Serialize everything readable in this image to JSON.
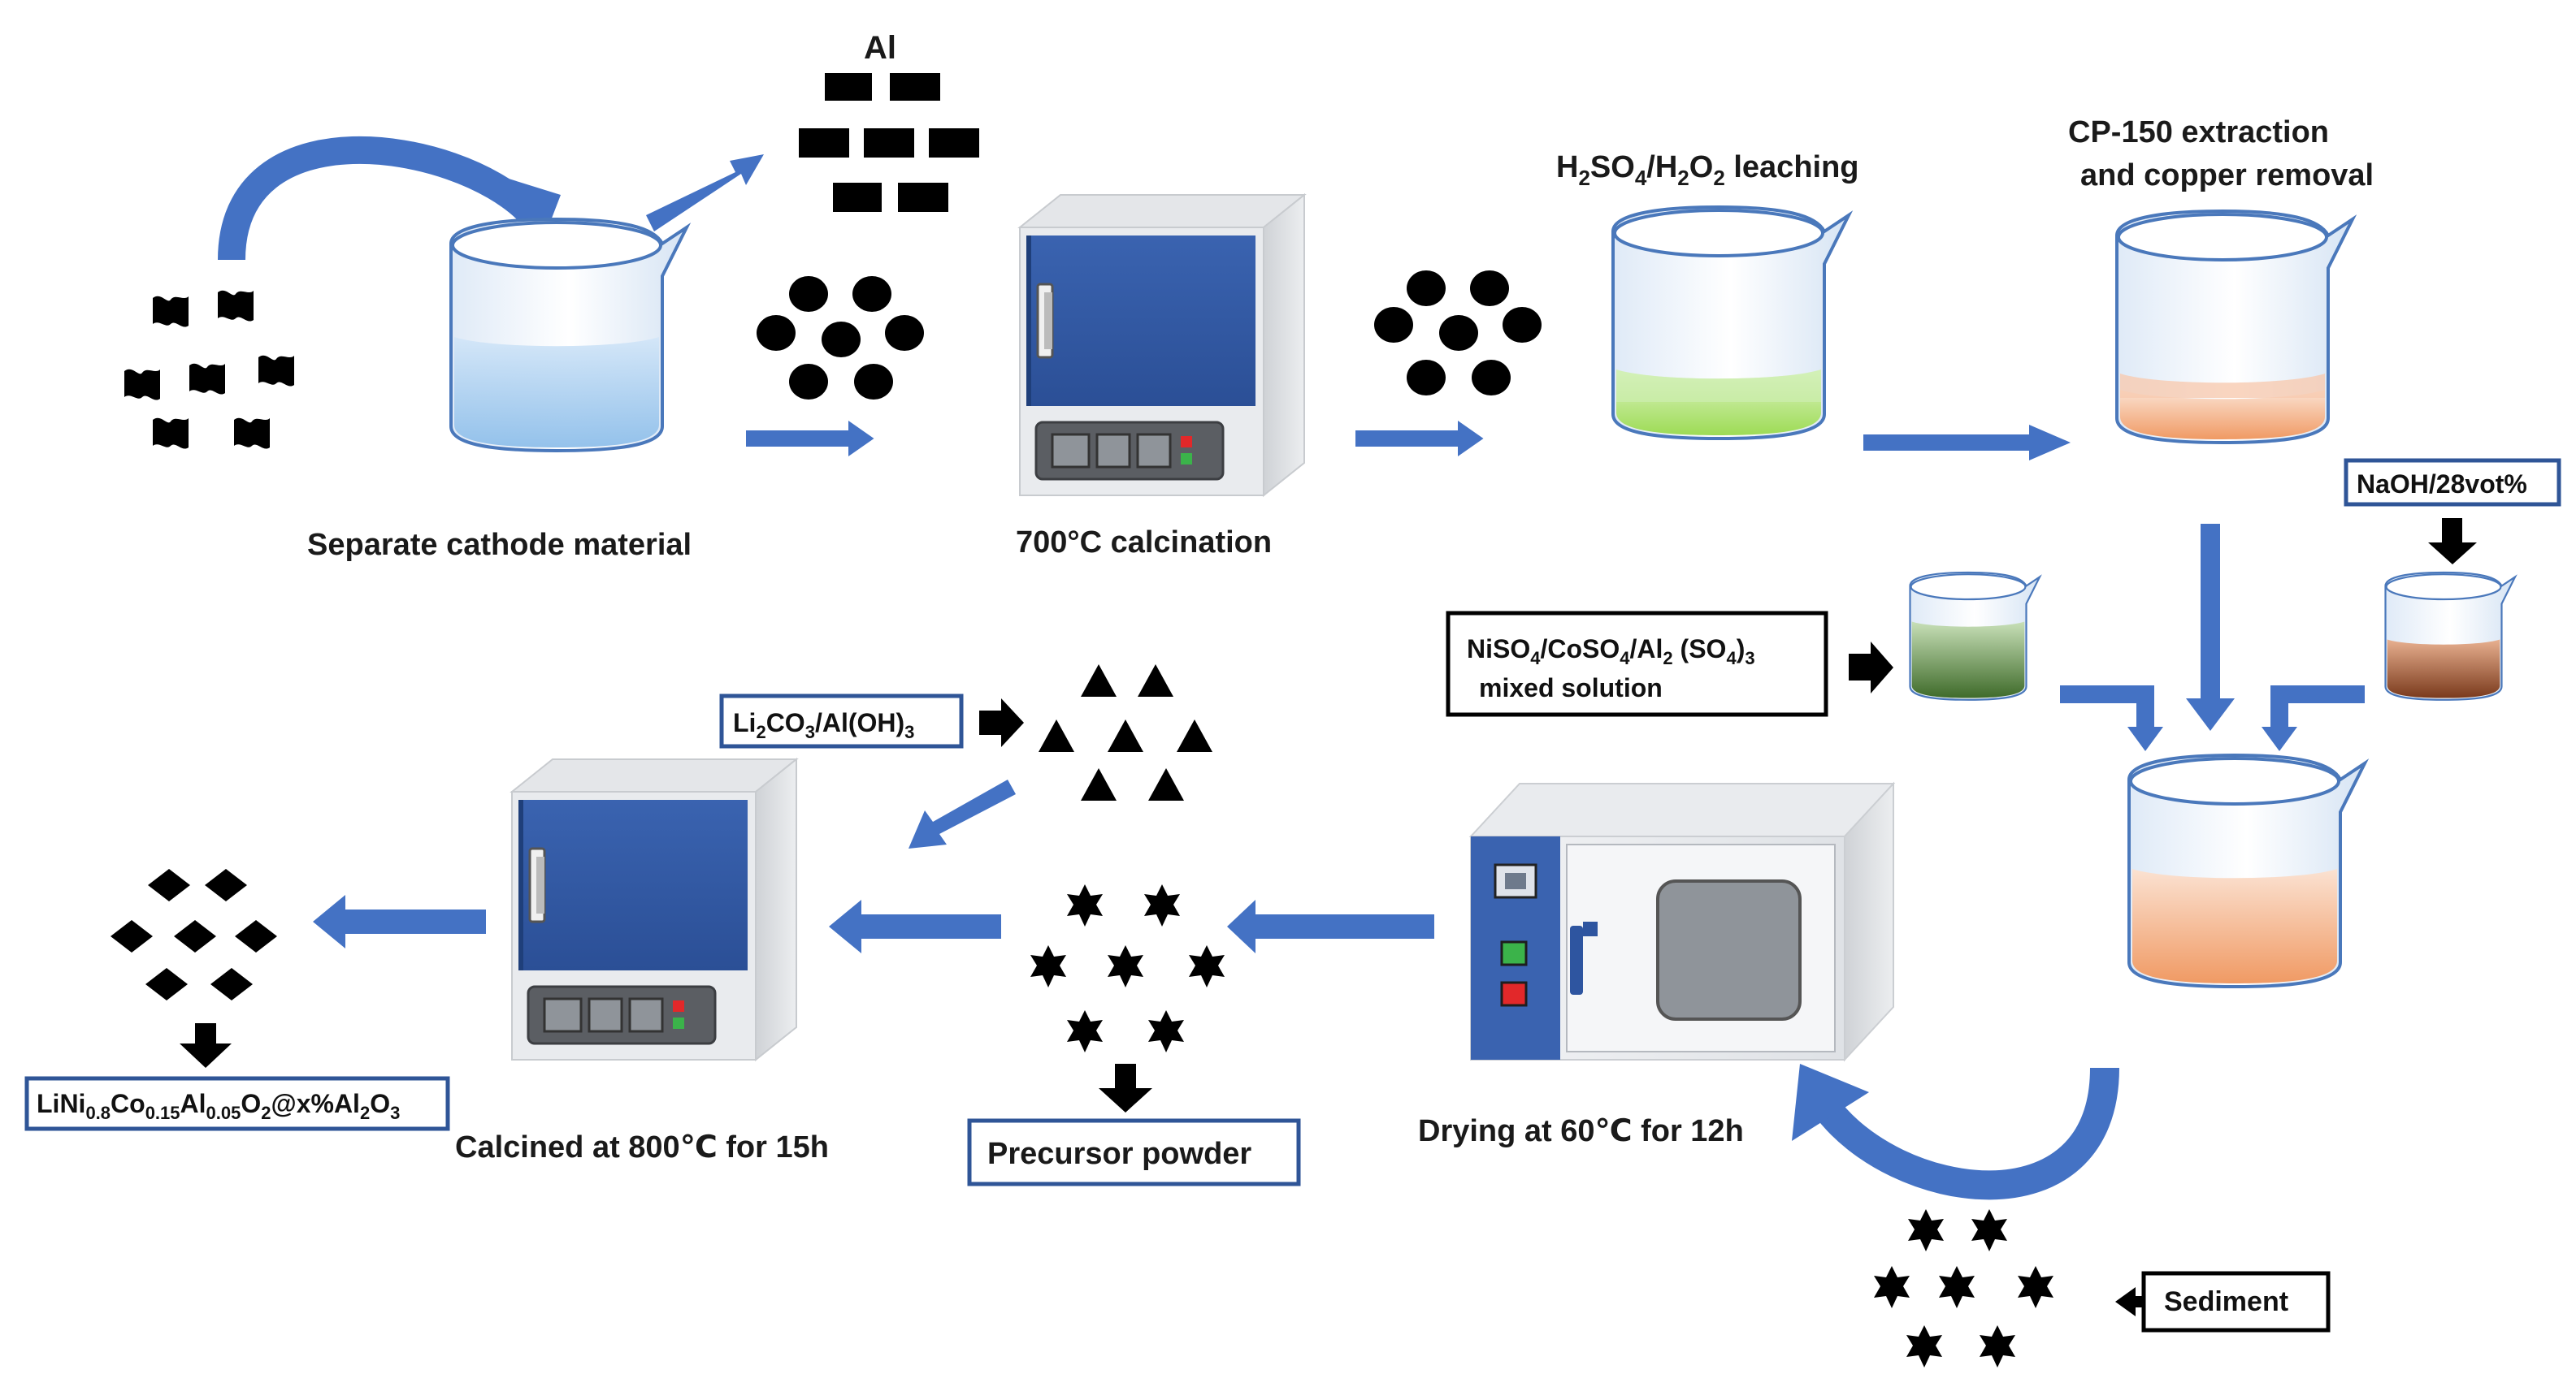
{
  "labels": {
    "al": "Al",
    "separate": "Separate cathode material",
    "calcination700": "700°C calcination",
    "leaching_parts": [
      "H",
      "2",
      "SO",
      "4",
      "/H",
      "2",
      "O",
      "2",
      " leaching"
    ],
    "cp150_line1": "CP-150 extraction",
    "cp150_line2": "and copper removal",
    "naoh": "NaOH/28vot%",
    "mixed_line1_parts": [
      "NiSO",
      "4",
      "/CoSO",
      "4",
      "/Al",
      "2",
      " (SO",
      "4",
      ")",
      "3"
    ],
    "mixed_line2": "mixed solution",
    "li2co3_parts": [
      "Li",
      "2",
      "CO",
      "3",
      "/Al(OH)",
      "3"
    ],
    "drying": "Drying at 60℃ for 12h",
    "precursor": "Precursor powder",
    "calcined800": "Calcined at 800℃ for 15h",
    "product_parts": [
      "LiNi",
      "0.8",
      "Co",
      "0.15",
      "Al",
      "0.05",
      "O",
      "2",
      "@x%Al",
      "2",
      "O",
      "3"
    ],
    "sediment": "Sediment"
  },
  "colors": {
    "arrow": "#4472c4",
    "black": "#000000",
    "furnace_blue": "#2e55a0",
    "green_liquid": "#a8e06a",
    "orange_liquid": "#f0a070",
    "brown_liquid": "#8b4a2a",
    "blue_liquid": "#a9cdee"
  }
}
